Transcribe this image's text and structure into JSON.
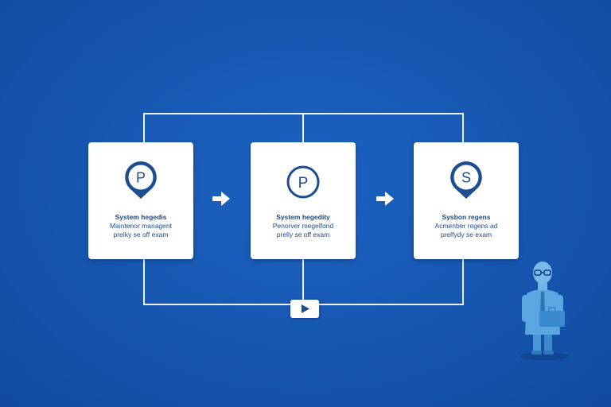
{
  "colors": {
    "background": "#1656b0",
    "card": "#ffffff",
    "accent": "#1b4d91",
    "connector": "#ffffff",
    "figure": "#5ba6e0"
  },
  "cards": [
    {
      "icon": "pin-p-icon",
      "letter": "P",
      "title": "System hegedis",
      "lines": [
        "Maintenor managent",
        "prelky se off exam"
      ]
    },
    {
      "icon": "circle-p-icon",
      "letter": "P",
      "title": "System hegedity",
      "lines": [
        "Penorver megelfond",
        "prelly se off exam"
      ]
    },
    {
      "icon": "pin-s-icon",
      "letter": "S",
      "title": "Sysbon regens",
      "lines": [
        "Acmenber regens ad",
        "prelfydy se exam"
      ]
    }
  ],
  "arrows": [
    "arrow-right-icon",
    "arrow-right-icon"
  ],
  "play_button": {
    "icon": "play-icon"
  },
  "figure": {
    "icon": "person-with-briefcase-icon"
  }
}
